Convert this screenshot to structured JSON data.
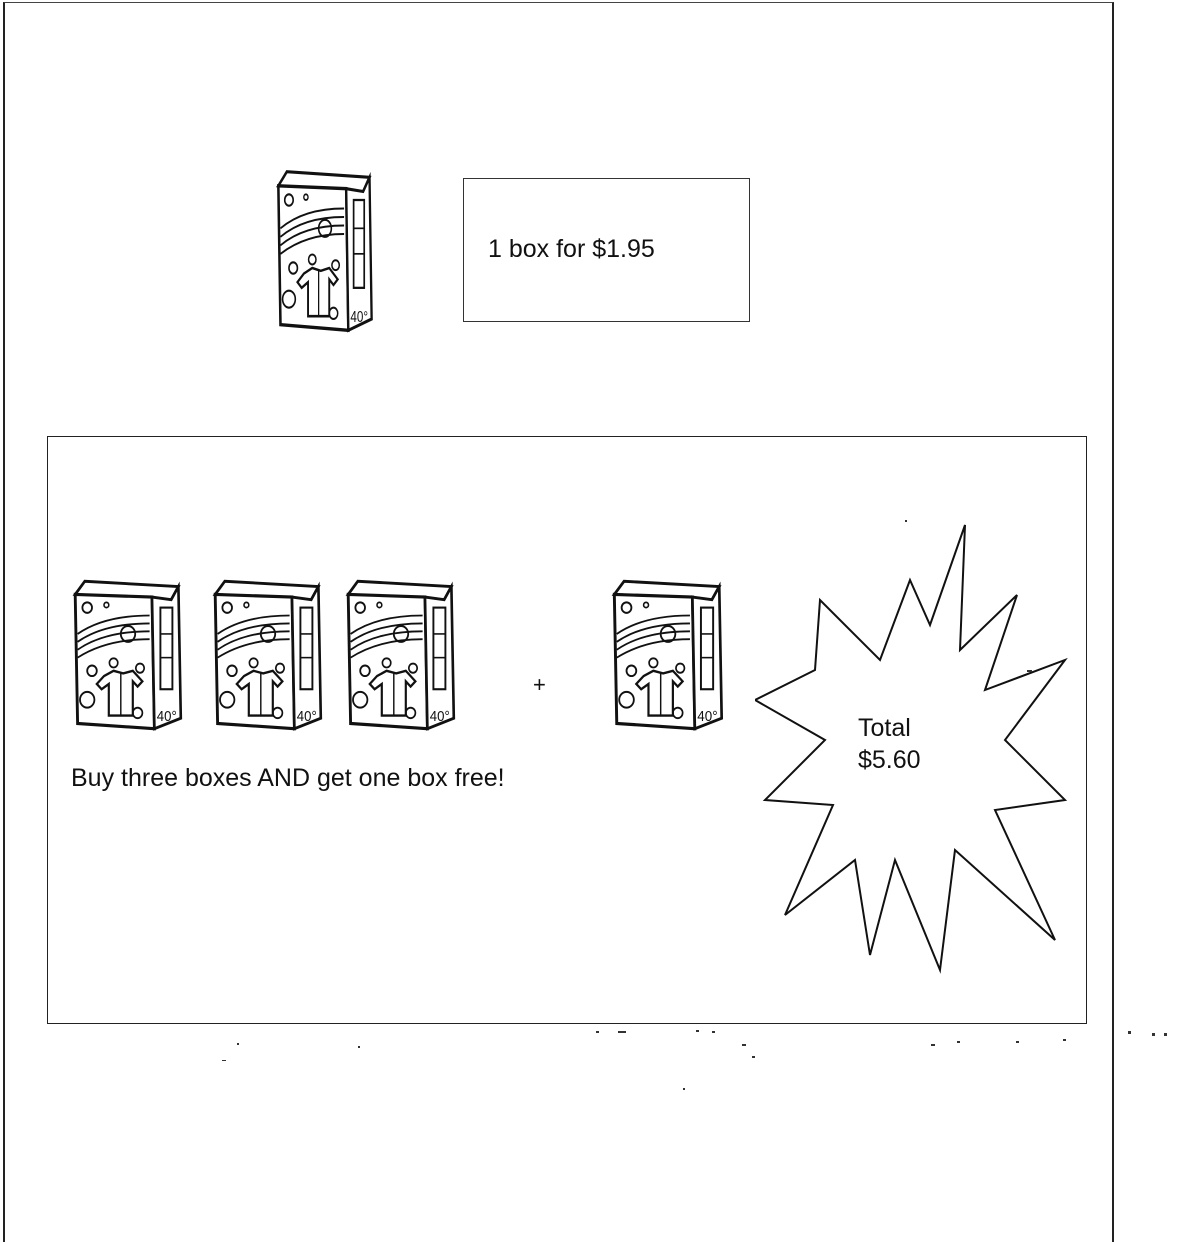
{
  "single_offer": {
    "box_icon": "detergent-box-icon",
    "price_text": "1 box for $1.95"
  },
  "bundle_offer": {
    "box_icon": "detergent-box-icon",
    "paid_box_count": 3,
    "free_box_count": 1,
    "plus_sign": "+",
    "description": "Buy three boxes AND get one box free!",
    "total_label": "Total",
    "total_amount": "$5.60",
    "burst_icon": "starburst-icon"
  }
}
